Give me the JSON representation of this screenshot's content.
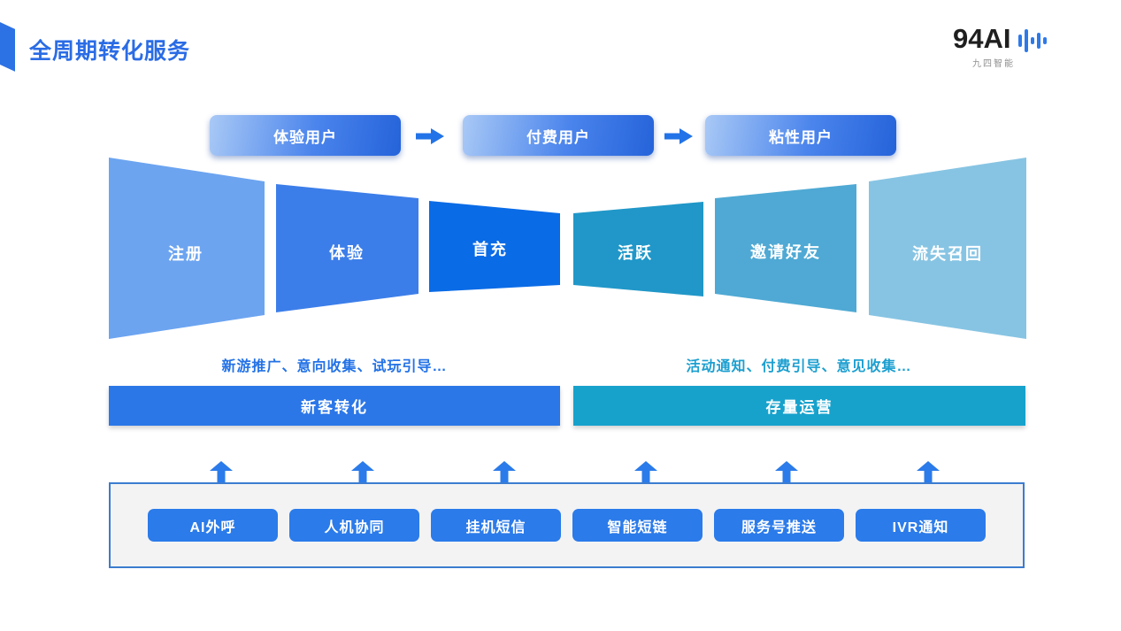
{
  "slide": {
    "title": "全周期转化服务",
    "logo": {
      "wordmark": "94AI",
      "subtitle": "九四智能",
      "wave_icon": "sound-wave-bars",
      "wave_color": "#2E79E8",
      "wordmark_color": "#1F1F1F",
      "subtitle_color": "#909090"
    },
    "user_stages": [
      {
        "label": "体验用户"
      },
      {
        "label": "付费用户"
      },
      {
        "label": "粘性用户"
      }
    ],
    "stage_arrow_color": "#2273E8",
    "funnel": {
      "stages": [
        {
          "label": "注册",
          "color": "#6CA4F0"
        },
        {
          "label": "体验",
          "color": "#3C7EE9"
        },
        {
          "label": "首充",
          "color": "#0A6BE6"
        },
        {
          "label": "活跃",
          "color": "#2097C8"
        },
        {
          "label": "邀请好友",
          "color": "#4FA9D4"
        },
        {
          "label": "流失召回",
          "color": "#87C4E3"
        }
      ]
    },
    "captions": {
      "left": "新游推广、意向收集、试玩引导…",
      "right": "活动通知、付费引导、意见收集…"
    },
    "bands": [
      {
        "label": "新客转化",
        "color": "#2B77E8"
      },
      {
        "label": "存量运营",
        "color": "#17A2CC"
      }
    ],
    "channels": [
      "AI外呼",
      "人机协同",
      "挂机短信",
      "智能短链",
      "服务号推送",
      "IVR通知"
    ],
    "colors": {
      "title": "#2A6CE5",
      "accent_bar": "#2D72E4",
      "caption_left": "#2372E6",
      "caption_right": "#1C9FD0",
      "channel_button": "#2B7BEA",
      "box_border": "#3B7CD0",
      "box_background": "#F3F3F4",
      "up_arrow": "#2B7BEA"
    }
  }
}
